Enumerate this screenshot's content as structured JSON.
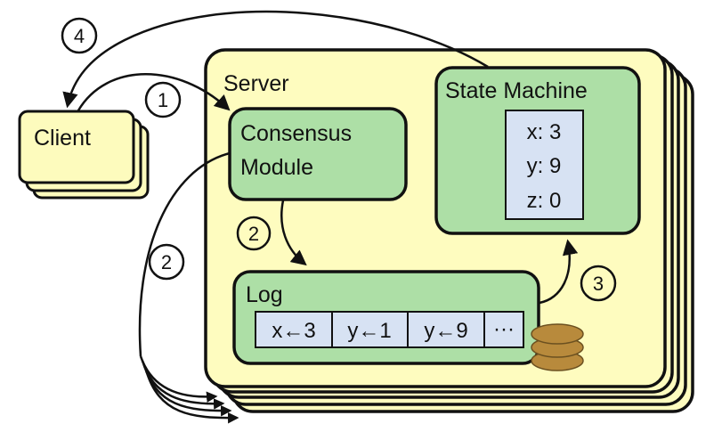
{
  "colors": {
    "server_fill": "#fefcbf",
    "client_fill": "#fdfbbd",
    "module_fill": "#addfa6",
    "cell_fill": "#d7e2f3",
    "stroke": "#111111",
    "disk_fill": "#b88a3c",
    "disk_stroke": "#6b5020"
  },
  "client": {
    "label": "Client"
  },
  "server": {
    "label": "Server"
  },
  "consensus_module": {
    "line1": "Consensus",
    "line2": "Module"
  },
  "state_machine": {
    "label": "State Machine",
    "entries": [
      "x: 3",
      "y: 9",
      "z: 0"
    ]
  },
  "log": {
    "label": "Log",
    "entries": [
      "x←3",
      "y←1",
      "y←9",
      "···"
    ]
  },
  "steps": {
    "step1": "1",
    "step2_internal": "2",
    "step2_external": "2",
    "step3": "3",
    "step4": "4"
  }
}
